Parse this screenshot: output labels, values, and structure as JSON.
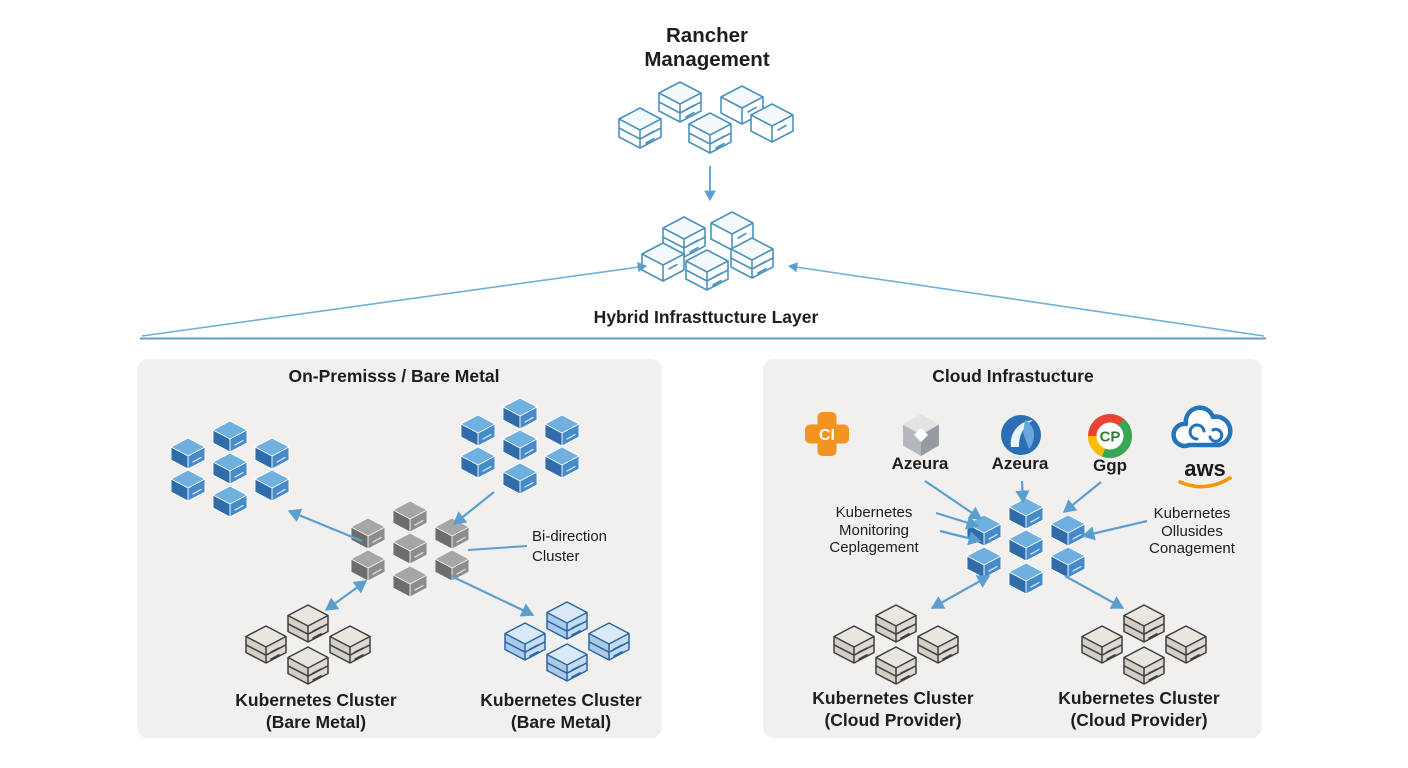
{
  "header": {
    "title_line1": "Rancher",
    "title_line2": "Management"
  },
  "hybrid_layer": {
    "label": "Hybrid Infrasttucture Layer"
  },
  "on_prem": {
    "title": "On-Premisss / Bare Metal",
    "bidirection_note": {
      "line1": "Bi-direction",
      "line2": "Cluster"
    },
    "cluster1_label": {
      "line1": "Kubernetes Cluster",
      "line2": "(Bare Metal)"
    },
    "cluster2_label": {
      "line1": "Kubernetes Cluster",
      "line2": "(Bare Metal)"
    }
  },
  "cloud": {
    "title": "Cloud Infrastucture",
    "providers": [
      {
        "id": "ci",
        "glyph": "CI",
        "label": ""
      },
      {
        "id": "cube",
        "label": "Azeura"
      },
      {
        "id": "azure",
        "label": "Azeura"
      },
      {
        "id": "gcp",
        "glyph": "CP",
        "label": "Ggp"
      },
      {
        "id": "aws",
        "label": "aws"
      }
    ],
    "left_note": {
      "line1": "Kubernetes",
      "line2": "Monitoring",
      "line3": "Ceplagement"
    },
    "right_note": {
      "line1": "Kubernetes",
      "line2": "Ollusides",
      "line3": "Conagement"
    },
    "cluster1_label": {
      "line1": "Kubernetes Cluster",
      "line2": "(Cloud Provider)"
    },
    "cluster2_label": {
      "line1": "Kubernetes Cluster",
      "line2": "(Cloud Provider)"
    }
  },
  "colors": {
    "arrow_blue": "#5b9fd0",
    "box_outline_blue": "#4a92bc",
    "solid_blue": "#468bc9",
    "solid_gray": "#8d8d8d",
    "panel_bg": "#f1f0ee",
    "ci_orange": "#f39322",
    "aws_smile_orange": "#f79400",
    "text_dark": "#1d1d1d"
  }
}
